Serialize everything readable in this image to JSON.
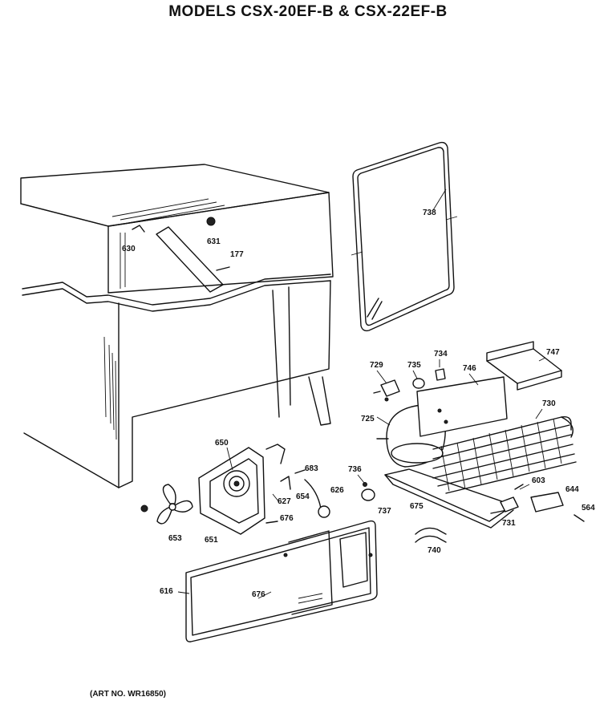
{
  "title": "MODELS CSX-20EF-B & CSX-22EF-B",
  "footer": "(ART NO. WR16850)",
  "part_labels": {
    "p630": "630",
    "p631": "631",
    "p177": "177",
    "p738": "738",
    "p729": "729",
    "p735": "735",
    "p734": "734",
    "p746": "746",
    "p747": "747",
    "p725": "725",
    "p730": "730",
    "p736": "736",
    "p737": "737",
    "p675": "675",
    "p603": "603",
    "p644": "644",
    "p731": "731",
    "p564": "564",
    "p740": "740",
    "p650": "650",
    "p683": "683",
    "p654": "654",
    "p626": "626",
    "p627": "627",
    "p676a": "676",
    "p653": "653",
    "p651": "651",
    "p616": "616",
    "p676b": "676"
  },
  "icons": [
    "refrigerator-cabinet",
    "door-gasket",
    "compressor",
    "condenser-coil",
    "fan-motor",
    "fan-blade",
    "access-panel"
  ]
}
